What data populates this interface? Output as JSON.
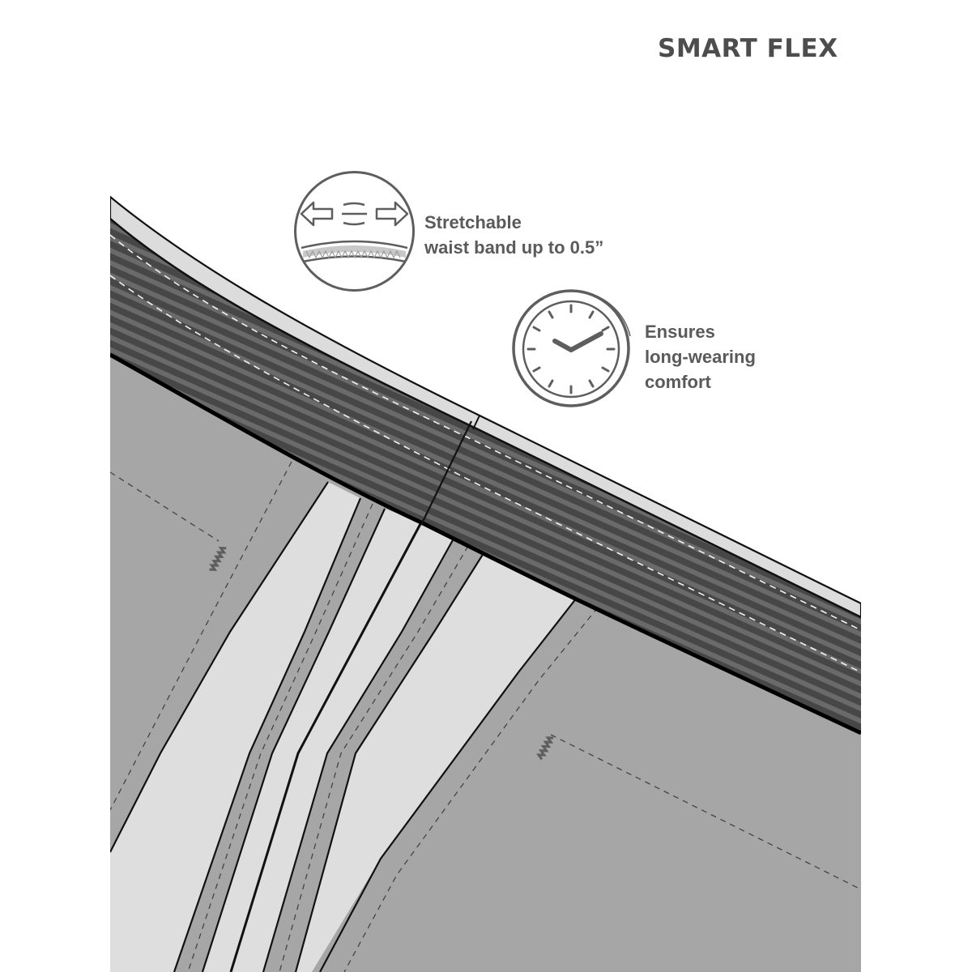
{
  "header": {
    "title": "SMART FLEX"
  },
  "features": [
    {
      "icon": "stretch-waistband-icon",
      "line1": "Stretchable",
      "line2": "waist band up to 0.5”"
    },
    {
      "icon": "clock-icon",
      "line1": "Ensures",
      "line2": "long-wearing",
      "line3": "comfort"
    }
  ],
  "illustration": {
    "subject": "waistband-closeup",
    "colors": {
      "binding": "#dcdcdc",
      "waistband_dark": "#474747",
      "waistband_stripe": "#6a6a6a",
      "panel_mid": "#a6a6a6",
      "panel_light": "#dedede",
      "outline": "#0d0d0d",
      "icon_stroke": "#5e5e5e",
      "text": "#5a5a5a"
    }
  }
}
